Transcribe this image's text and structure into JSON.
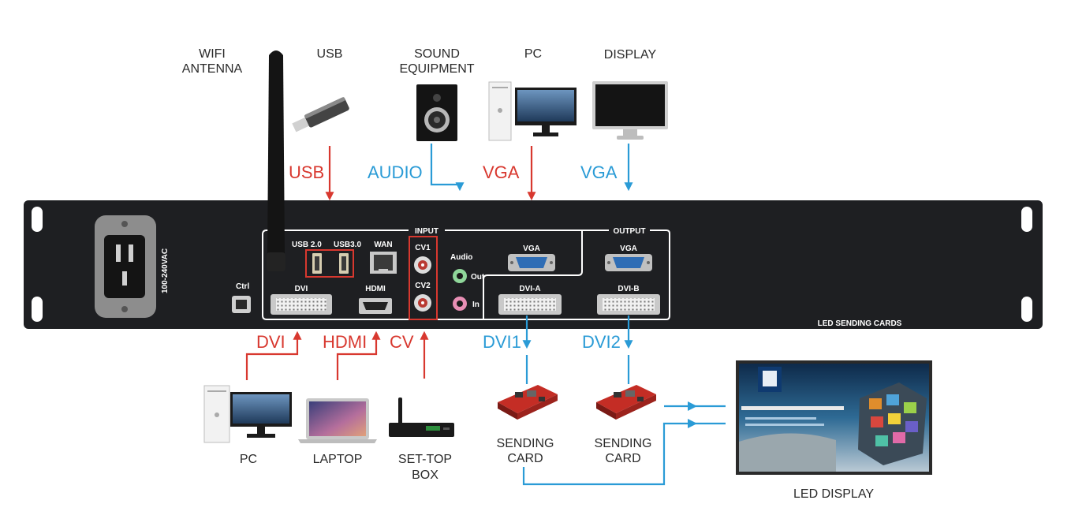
{
  "device_labels": {
    "wifi_line1": "WIFI",
    "wifi_line2": "ANTENNA",
    "usb": "USB",
    "sound_line1": "SOUND",
    "sound_line2": "EQUIPMENT",
    "pc_top": "PC",
    "display": "DISPLAY",
    "pc_bottom": "PC",
    "laptop": "LAPTOP",
    "settop_line1": "SET-TOP",
    "settop_line2": "BOX",
    "sending_card_1_line1": "SENDING",
    "sending_card_1_line2": "CARD",
    "sending_card_2_line1": "SENDING",
    "sending_card_2_line2": "CARD",
    "led_display": "LED DISPLAY"
  },
  "signal_labels": {
    "usb": "USB",
    "audio": "AUDIO",
    "vga_in": "VGA",
    "vga_out": "VGA",
    "dvi": "DVI",
    "hdmi": "HDMI",
    "cv": "CV",
    "dvi1": "DVI1",
    "dvi2": "DVI2"
  },
  "panel_labels": {
    "voltage": "100-240VAC",
    "ctrl": "Ctrl",
    "input": "INPUT",
    "output": "OUTPUT",
    "usb2": "USB 2.0",
    "usb3": "USB3.0",
    "wan": "WAN",
    "cv1": "CV1",
    "cv2": "CV2",
    "audio": "Audio",
    "audio_out": "Out",
    "audio_in": "In",
    "vga_in": "VGA",
    "vga_out": "VGA",
    "dvi": "DVI",
    "hdmi": "HDMI",
    "dvi_a": "DVI-A",
    "dvi_b": "DVI-B",
    "led_sending_cards": "LED SENDING CARDS"
  },
  "colors": {
    "input_signal": "#d8382f",
    "output_signal": "#2a9bd6",
    "panel": "#1e1f22"
  }
}
